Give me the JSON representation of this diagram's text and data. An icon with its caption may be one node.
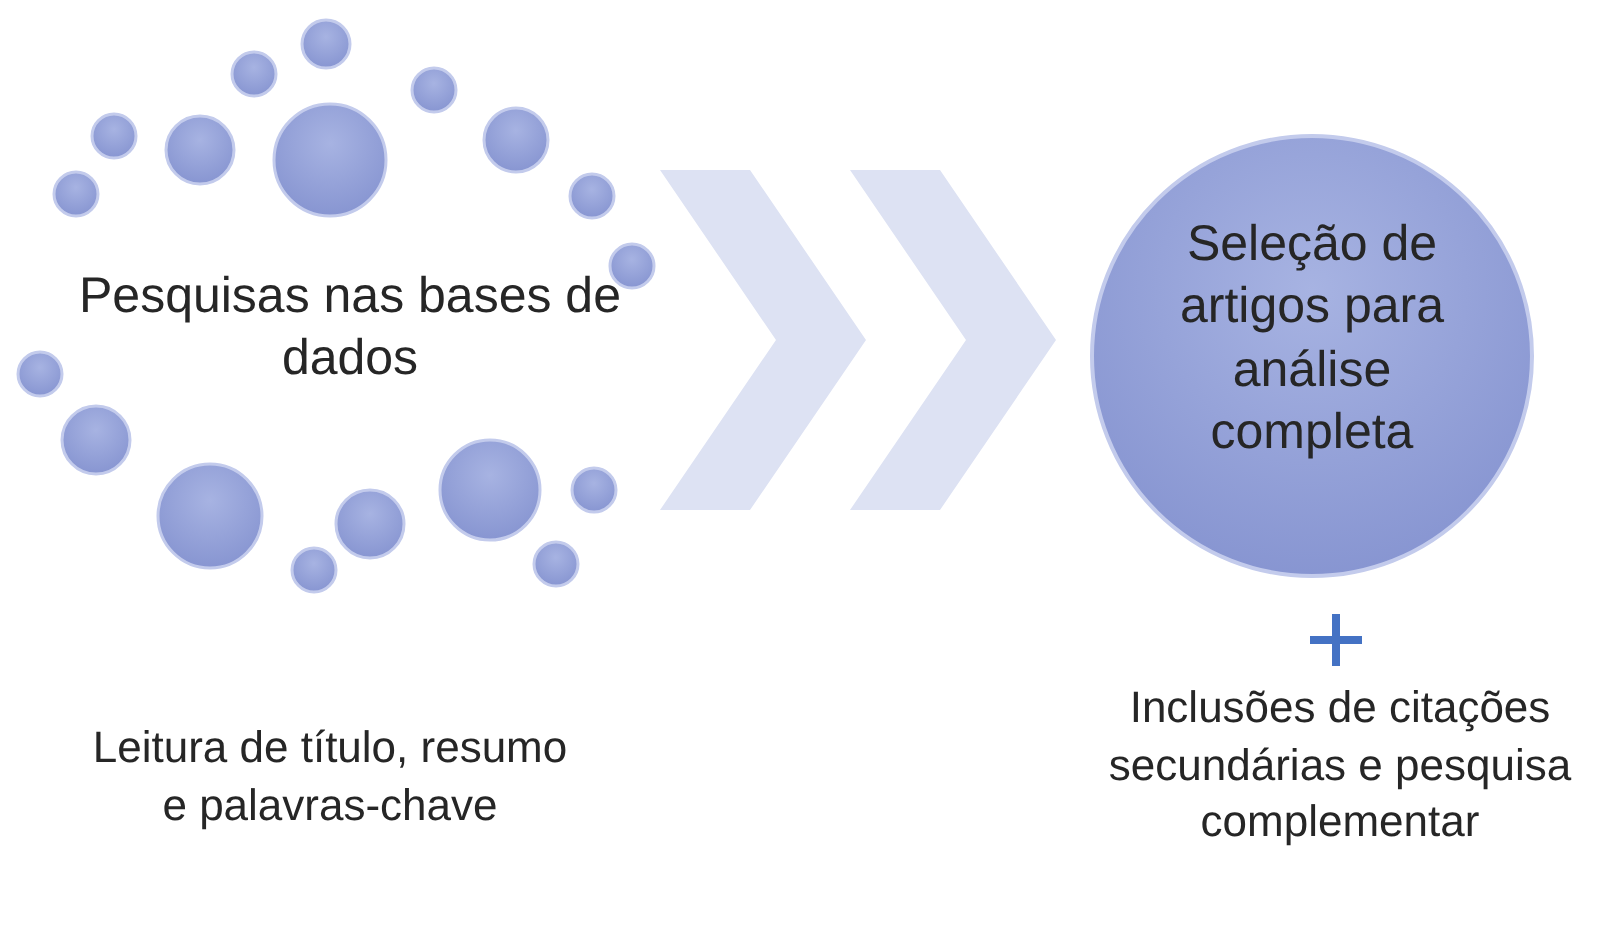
{
  "diagram": {
    "nodes": [
      {
        "text": [
          "Pesquisas nas bases de dados"
        ],
        "beside": [
          "Leitura de título, resumo e palavras-chave"
        ]
      },
      {
        "text": [
          "Seleção de artigos para análise completa"
        ],
        "beside": [
          "Inclusões de citações secundárias e pesquisa complementar"
        ]
      }
    ],
    "edges": [
      {
        "from": 0,
        "to": 1,
        "arrow": "to"
      }
    ]
  }
}
